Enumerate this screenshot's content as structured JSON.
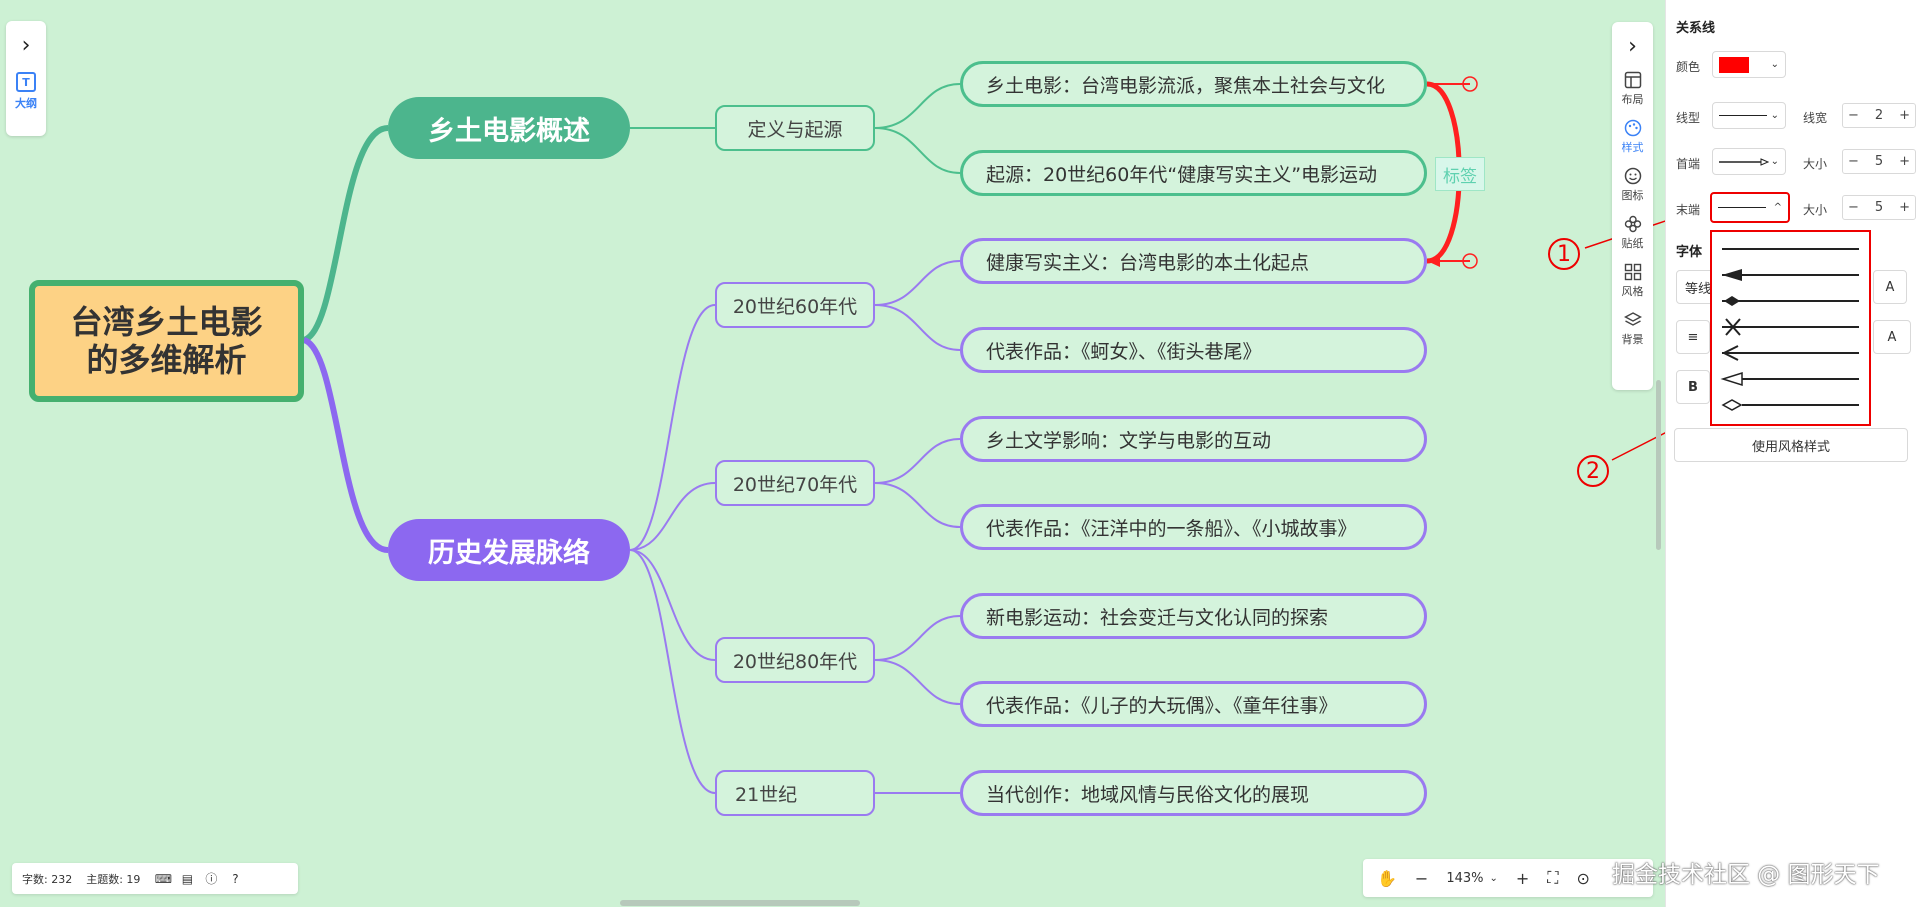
{
  "mindmap": {
    "root": "台湾乡土电影的多维解析",
    "branch1": {
      "title": "乡土电影概述",
      "sub1": {
        "title": "定义与起源",
        "leaves": [
          "乡土电影：台湾电影流派，聚焦本土社会与文化",
          "起源：20世纪60年代“健康写实主义”电影运动"
        ]
      }
    },
    "branch2": {
      "title": "历史发展脉络",
      "subs": [
        {
          "title": "20世纪60年代",
          "leaves": [
            "健康写实主义：台湾电影的本土化起点",
            "代表作品：《蚵女》、《街头巷尾》"
          ]
        },
        {
          "title": "20世纪70年代",
          "leaves": [
            "乡土文学影响：文学与电影的互动",
            "代表作品：《汪洋中的一条船》、《小城故事》"
          ]
        },
        {
          "title": "20世纪80年代",
          "leaves": [
            "新电影运动：社会变迁与文化认同的探索",
            "代表作品：《儿子的大玩偶》、《童年往事》"
          ]
        },
        {
          "title": "21世纪",
          "leaves": [
            "当代创作：地域风情与民俗文化的展现"
          ]
        }
      ]
    },
    "relation_tag": "标签"
  },
  "left_panel": {
    "outline_label": "大纲"
  },
  "toolbar": {
    "items": [
      "布局",
      "样式",
      "图标",
      "贴纸",
      "风格",
      "背景"
    ]
  },
  "props": {
    "section_title": "关系线",
    "color_label": "颜色",
    "color_value": "#ff0000",
    "line_type_label": "线型",
    "line_width_label": "线宽",
    "line_width_value": "2",
    "start_label": "首端",
    "start_size_label": "大小",
    "start_size_value": "5",
    "end_label": "末端",
    "end_size_label": "大小",
    "end_size_value": "5",
    "font_section": "字体",
    "font_value": "等线",
    "bold_label": "B",
    "font_size_icon": "A",
    "use_style_button": "使用风格样式"
  },
  "annotations": {
    "one": "1",
    "two": "2"
  },
  "status": {
    "word_count": "字数: 232",
    "topic_count": "主题数: 19"
  },
  "zoom": {
    "value": "143%"
  },
  "watermark": "掘金技术社区 @ 图形天下",
  "colors": {
    "green": "#4cb58d",
    "purple": "#8c68f0",
    "root_fill": "#fdd285",
    "accent_red": "#ff0000"
  }
}
